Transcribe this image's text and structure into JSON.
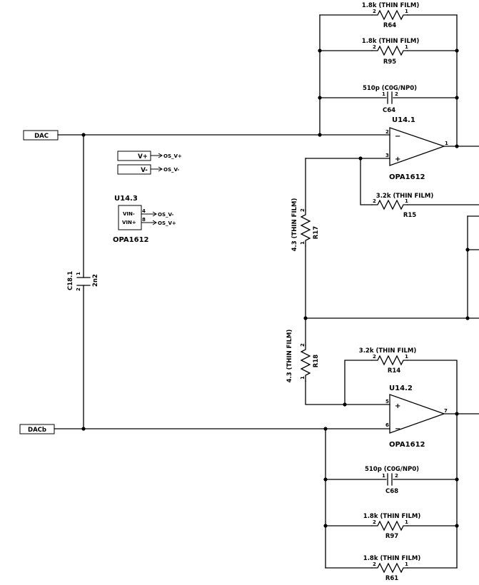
{
  "ports": {
    "dac": "DAC",
    "dacb": "DACb",
    "vplus": "V+",
    "vminus": "V-",
    "os_vplus": "OS_V+",
    "os_vminus": "OS_V-"
  },
  "u14_3": {
    "ref": "U14.3",
    "part": "OPA1612",
    "pin_vin_minus": "VIN-",
    "pin_vin_plus": "VIN+",
    "pin4": "4",
    "pin8": "8",
    "net4": "OS_V-",
    "net8": "OS_V+"
  },
  "u14_1": {
    "ref": "U14.1",
    "part": "OPA1612",
    "pin_inv": "2",
    "pin_noninv": "3",
    "pin_out": "1",
    "minus": "−",
    "plus": "+"
  },
  "u14_2": {
    "ref": "U14.2",
    "part": "OPA1612",
    "pin_noninv": "5",
    "pin_inv": "6",
    "pin_out": "7",
    "minus": "−",
    "plus": "+"
  },
  "r64": {
    "ref": "R64",
    "value": "1.8k (THIN FILM)",
    "p1": "1",
    "p2": "2"
  },
  "r95": {
    "ref": "R95",
    "value": "1.8k (THIN FILM)",
    "p1": "1",
    "p2": "2"
  },
  "c64": {
    "ref": "C64",
    "value": "510p (C0G/NP0)",
    "p1": "1",
    "p2": "2"
  },
  "r15": {
    "ref": "R15",
    "value": "3.2k (THIN FILM)",
    "p1": "1",
    "p2": "2"
  },
  "r17": {
    "ref": "R17",
    "value": "4.3 (THIN FILM)",
    "p1": "1",
    "p2": "2"
  },
  "c18_1": {
    "ref": "C18.1",
    "value": "2n2",
    "p1": "1",
    "p2": "2"
  },
  "r18": {
    "ref": "R18",
    "value": "4.3 (THIN FILM)",
    "p1": "1",
    "p2": "2"
  },
  "r14": {
    "ref": "R14",
    "value": "3.2k (THIN FILM)",
    "p1": "1",
    "p2": "2"
  },
  "c68": {
    "ref": "C68",
    "value": "510p (C0G/NP0)",
    "p1": "1",
    "p2": "2"
  },
  "r97": {
    "ref": "R97",
    "value": "1.8k (THIN FILM)",
    "p1": "1",
    "p2": "2"
  },
  "r61": {
    "ref": "R61",
    "value": "1.8k (THIN FILM)",
    "p1": "1",
    "p2": "2"
  }
}
